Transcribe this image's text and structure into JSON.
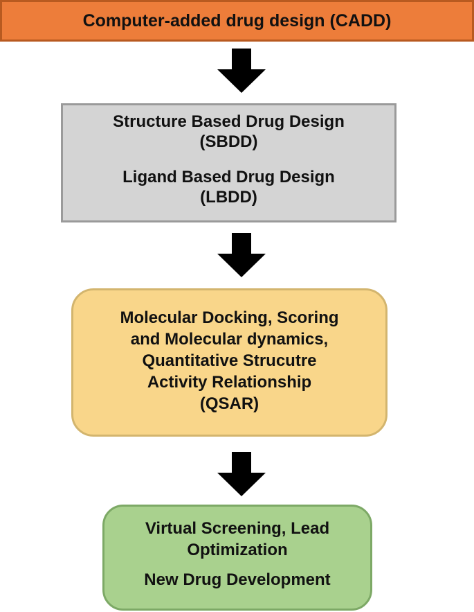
{
  "cadd": {
    "title": "Computer-added drug design (CADD)"
  },
  "design_methods": {
    "sbdd_line1": "Structure Based Drug Design",
    "sbdd_line2": "(SBDD)",
    "lbdd_line1": "Ligand Based Drug Design",
    "lbdd_line2": "(LBDD)"
  },
  "techniques": {
    "line1": "Molecular Docking, Scoring",
    "line2": "and Molecular dynamics,",
    "line3": "Quantitative Strucutre",
    "line4": "Activity Relationship",
    "line5": "(QSAR)"
  },
  "outcomes": {
    "line1": "Virtual Screening, Lead",
    "line2": "Optimization",
    "line3": "New Drug Development"
  },
  "colors": {
    "cadd_fill": "#ed7d3a",
    "design_fill": "#d4d4d4",
    "techniques_fill": "#f9d68a",
    "outcomes_fill": "#a9d18e",
    "arrow": "#000000"
  },
  "arrows": [
    {
      "from": "cadd",
      "to": "design_methods",
      "icon": "down-arrow-icon"
    },
    {
      "from": "design_methods",
      "to": "techniques",
      "icon": "down-arrow-icon"
    },
    {
      "from": "techniques",
      "to": "outcomes",
      "icon": "down-arrow-icon"
    }
  ]
}
